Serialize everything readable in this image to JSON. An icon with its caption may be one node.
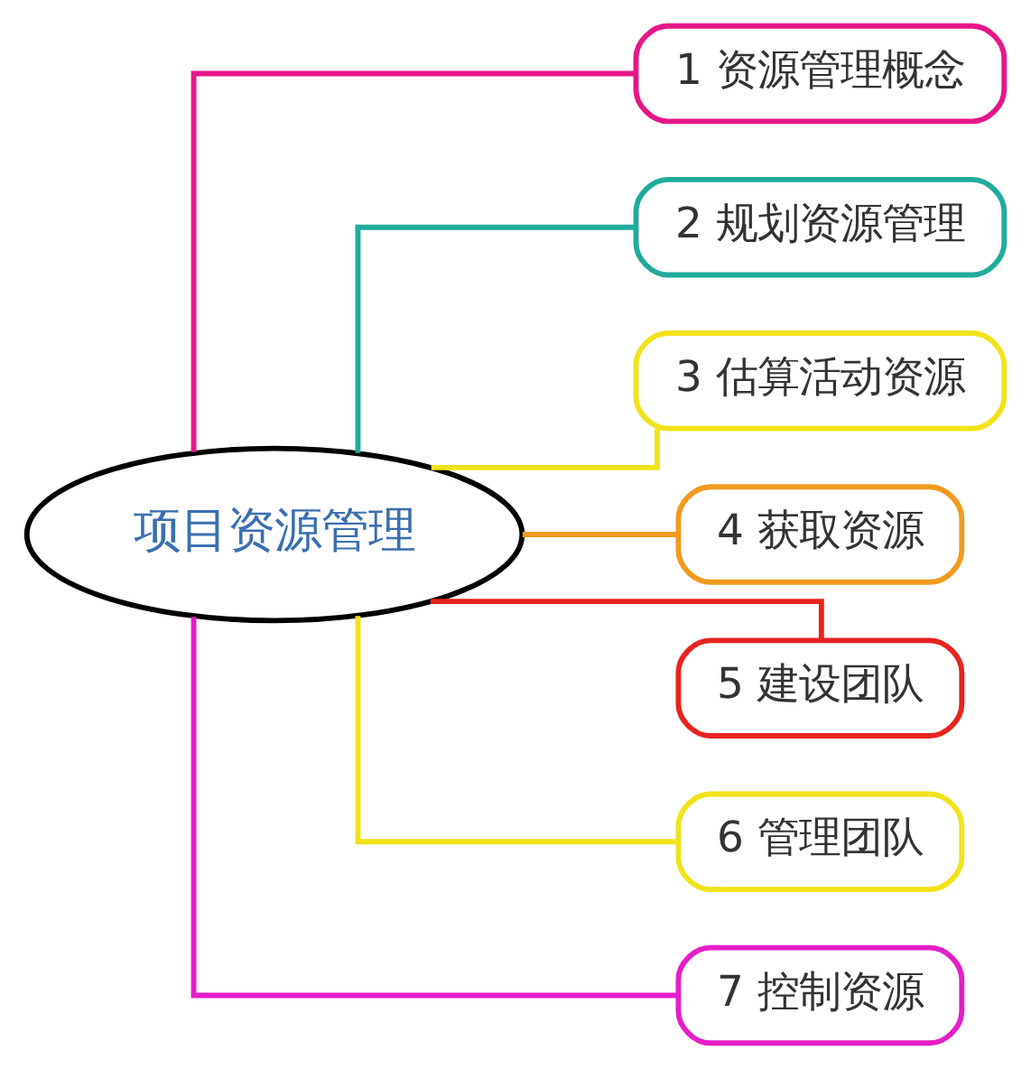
{
  "diagram": {
    "nodes": [
      {
        "text": [
          "项目资源管理"
        ]
      },
      {
        "text": [
          "1 资源管理概念"
        ]
      },
      {
        "text": [
          "2 规划资源管理"
        ]
      },
      {
        "text": [
          "3 估算活动资源"
        ]
      },
      {
        "text": [
          "4 获取资源"
        ]
      },
      {
        "text": [
          "5 建设团队"
        ]
      },
      {
        "text": [
          "6 管理团队"
        ]
      },
      {
        "text": [
          "7 控制资源"
        ]
      }
    ],
    "edges": [
      {
        "from": 0,
        "to": 1,
        "arrow": "none",
        "color": "#e6168a"
      },
      {
        "from": 0,
        "to": 2,
        "arrow": "none",
        "color": "#1fab9c"
      },
      {
        "from": 0,
        "to": 3,
        "arrow": "none",
        "color": "#f2e21a"
      },
      {
        "from": 0,
        "to": 4,
        "arrow": "none",
        "color": "#f39a1e"
      },
      {
        "from": 0,
        "to": 5,
        "arrow": "none",
        "color": "#e8231e"
      },
      {
        "from": 0,
        "to": 6,
        "arrow": "none",
        "color": "#f2e21a"
      },
      {
        "from": 0,
        "to": 7,
        "arrow": "none",
        "color": "#e61ec8"
      }
    ]
  }
}
